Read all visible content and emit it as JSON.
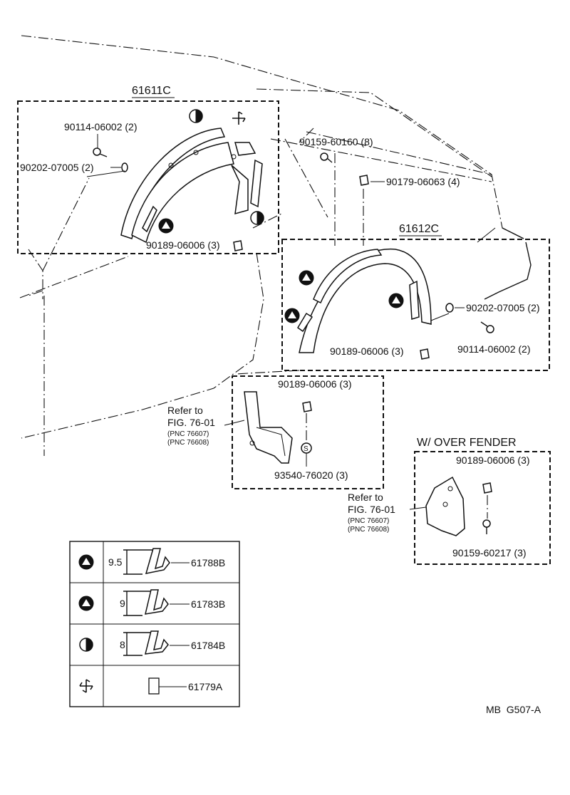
{
  "section_left": {
    "part_number": "61611C",
    "callouts": [
      "90114-06002 (2)",
      "90202-07005 (2)",
      "90189-06006 (3)"
    ]
  },
  "section_right": {
    "part_number": "61612C",
    "callouts": [
      "90159-60160 (8)",
      "90179-06063 (4)",
      "90202-07005 (2)",
      "90114-06002 (2)",
      "90189-06006 (3)"
    ]
  },
  "mudguard": {
    "callout_top": "90189-06006 (3)",
    "callout_bottom": "93540-76020 (3)",
    "refer_line1": "Refer to",
    "refer_line2": "FIG. 76-01",
    "pnc1": "(PNC 76607)",
    "pnc2": "(PNC 76608)"
  },
  "over_fender": {
    "title": "W/ OVER FENDER",
    "callout_top": "90189-06006 (3)",
    "callout_bottom": "90159-60217 (3)",
    "refer_line1": "Refer to",
    "refer_line2": "FIG. 76-01",
    "pnc1": "(PNC 76607)",
    "pnc2": "(PNC 76608)"
  },
  "legend": [
    {
      "symbol": "triangle-circle-icon",
      "dimension": "9.5",
      "part": "61788B"
    },
    {
      "symbol": "triangle-circle-icon",
      "dimension": "9",
      "part": "61783B"
    },
    {
      "symbol": "half-circle-icon",
      "dimension": "8",
      "part": "61784B"
    },
    {
      "symbol": "pinwheel-icon",
      "dimension": "",
      "part": "61779A"
    }
  ],
  "footer_code": "MB  G507-A"
}
